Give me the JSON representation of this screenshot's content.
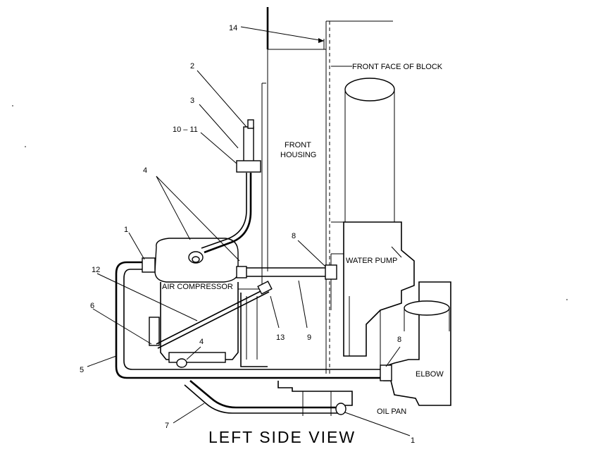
{
  "diagram": {
    "title": "LEFT SIDE VIEW",
    "part_labels": {
      "front_housing_line1": "FRONT",
      "front_housing_line2": "HOUSING",
      "front_face_of_block": "FRONT FACE OF BLOCK",
      "water_pump": "WATER PUMP",
      "air_compressor": "AIR COMPRESSOR",
      "elbow": "ELBOW",
      "oil_pan": "OIL PAN"
    },
    "callouts": {
      "c14": "14",
      "c2": "2",
      "c3": "3",
      "c10_11": "10 – 11",
      "c4_top": "4",
      "c1_left": "1",
      "c12": "12",
      "c8_top": "8",
      "c6": "6",
      "c13": "13",
      "c9": "9",
      "c4_bottom": "4",
      "c8_right": "8",
      "c5": "5",
      "c7": "7",
      "c1_bottom": "1"
    }
  }
}
